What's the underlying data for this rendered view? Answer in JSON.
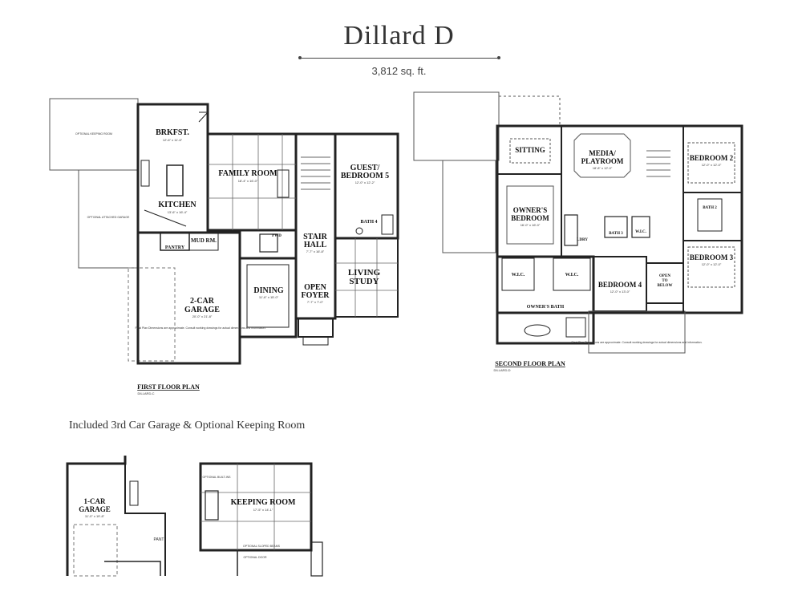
{
  "header": {
    "title": "Dillard D",
    "sqft": "3,812 sq. ft."
  },
  "first_floor": {
    "label": "FIRST FLOOR PLAN",
    "sublabel": "DILLARD-C",
    "rooms": {
      "brkfst": "BRKFST.",
      "brkfst_dim": "12'-6\" x 11'-6\"",
      "kitchen": "KITCHEN",
      "kitchen_dim": "13'-6\" x 16'-4\"",
      "family": "FAMILY ROOM",
      "family_dim": "18'-4\" x 16'-0\"",
      "guest_1": "GUEST/",
      "guest_2": "BEDROOM 5",
      "guest_dim": "12'-0\" x 12'-2\"",
      "bath4": "BATH 4",
      "mud": "MUD RM.",
      "pantry": "PANTRY",
      "pwd": "PWD",
      "stair_1": "STAIR",
      "stair_2": "HALL",
      "stair_dim": "7'-7\" x 16'-8\"",
      "living_1": "LIVING",
      "living_2": "STUDY",
      "garage_1": "2-CAR",
      "garage_2": "GARAGE",
      "garage_dim": "20'-0\" x 21'-8\"",
      "dining": "DINING",
      "dining_dim": "11'-6\" x 15'-0\"",
      "foyer_1": "OPEN",
      "foyer_2": "FOYER",
      "foyer_dim": "7'-7\" x 7'-0\"",
      "opt_keeping": "OPTIONAL KEEPING ROOM",
      "opt_garage": "OPTIONAL ATTACHED GARAGE",
      "note": "Final Plan Dimensions are approximate. Consult working drawings for actual dimensions and information."
    }
  },
  "second_floor": {
    "label": "SECOND FLOOR PLAN",
    "sublabel": "DILLARD-D",
    "rooms": {
      "sitting": "SITTING",
      "media_1": "MEDIA/",
      "media_2": "PLAYROOM",
      "media_dim": "18'-8\" x 12'-0\"",
      "bed2": "BEDROOM 2",
      "bed2_dim": "12'-0\" x 12'-0\"",
      "owner_1": "OWNER'S",
      "owner_2": "BEDROOM",
      "owner_dim": "16'-0\" x 16'-0\"",
      "bath2": "BATH 2",
      "ldry": "LDRY",
      "bath3": "BATH 3",
      "wic": "W.I.C.",
      "bed3": "BEDROOM 3",
      "bed3_dim": "12'-0\" x 12'-0\"",
      "wic_left": "W.I.C.",
      "wic_right": "W.I.C.",
      "bed4": "BEDROOM 4",
      "bed4_dim": "12'-0\" x 13'-0\"",
      "open_1": "OPEN",
      "open_2": "TO",
      "open_3": "BELOW",
      "owner_bath": "OWNER'S BATH",
      "note": "Final Plan Dimensions are approximate. Consult working drawings for actual dimensions and information."
    }
  },
  "options": {
    "caption": "Included 3rd Car Garage & Optional Keeping Room",
    "garage_1": "1-CAR",
    "garage_2": "GARAGE",
    "garage_dim": "11'-0\" x 19'-8\"",
    "pantry": "PANT",
    "keeping": "KEEPING ROOM",
    "keeping_dim": "17'-5\" x 14'-1\"",
    "sloped": "OPTIONAL SLOPED BEAMS",
    "opt_door": "OPTIONAL DOOR",
    "opt_builtin": "OPTIONAL BUILT-INS"
  }
}
